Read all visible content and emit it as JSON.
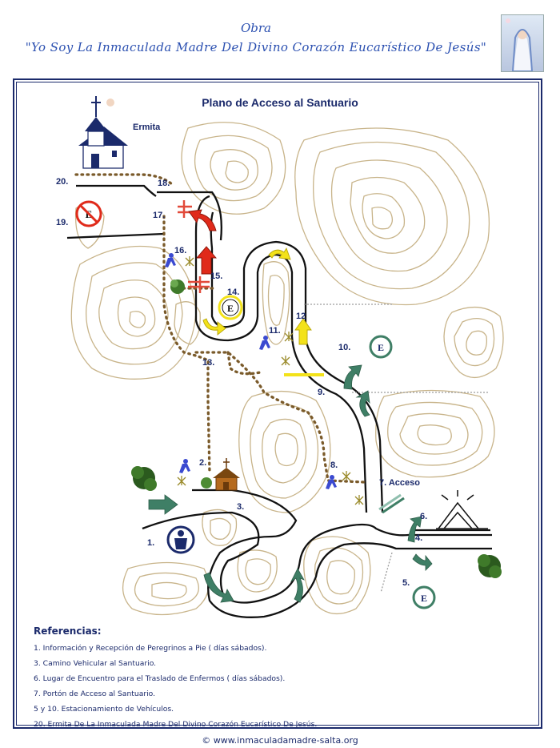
{
  "header": {
    "line1": "Obra",
    "line2": "\"Yo Soy La Inmaculada Madre Del Divino Corazón Eucarístico De Jesús\""
  },
  "map": {
    "title": "Plano de Acceso al Santuario",
    "ermita_label": "Ermita",
    "access_label": "7. Acceso",
    "parking_symbol": "E",
    "markers": [
      {
        "id": "m1",
        "label": "1."
      },
      {
        "id": "m2",
        "label": "2."
      },
      {
        "id": "m3",
        "label": "3."
      },
      {
        "id": "m4",
        "label": "4."
      },
      {
        "id": "m5",
        "label": "5."
      },
      {
        "id": "m6",
        "label": "6."
      },
      {
        "id": "m8",
        "label": "8."
      },
      {
        "id": "m9",
        "label": "9."
      },
      {
        "id": "m10",
        "label": "10."
      },
      {
        "id": "m11",
        "label": "11."
      },
      {
        "id": "m12",
        "label": "12"
      },
      {
        "id": "m13",
        "label": "13."
      },
      {
        "id": "m14",
        "label": "14."
      },
      {
        "id": "m15",
        "label": "15."
      },
      {
        "id": "m16",
        "label": "16."
      },
      {
        "id": "m17",
        "label": "17."
      },
      {
        "id": "m18",
        "label": "18."
      },
      {
        "id": "m19",
        "label": "19."
      },
      {
        "id": "m20",
        "label": "20."
      }
    ],
    "colors": {
      "road": "#111111",
      "trail": "#7a5a2a",
      "contour": "#c8b48a",
      "arrow_green": "#3f7f66",
      "arrow_red": "#e02a1a",
      "arrow_yellow": "#f3e21a",
      "text": "#1b2a6b"
    }
  },
  "references": {
    "title": "Referencias:",
    "items": [
      "1.  Información y Recepción de Peregrinos a Pie ( días sábados).",
      "3.  Camino Vehicular al Santuario.",
      "6.  Lugar de Encuentro para el Traslado de Enfermos ( días sábados).",
      "7.  Portón de Acceso al Santuario.",
      "5 y 10.  Estacionamiento de Vehículos.",
      "20.  Ermita De La Inmaculada Madre Del Divino Corazón Eucarístico De Jesús."
    ]
  },
  "footer": "© www.inmaculadamadre-salta.org"
}
